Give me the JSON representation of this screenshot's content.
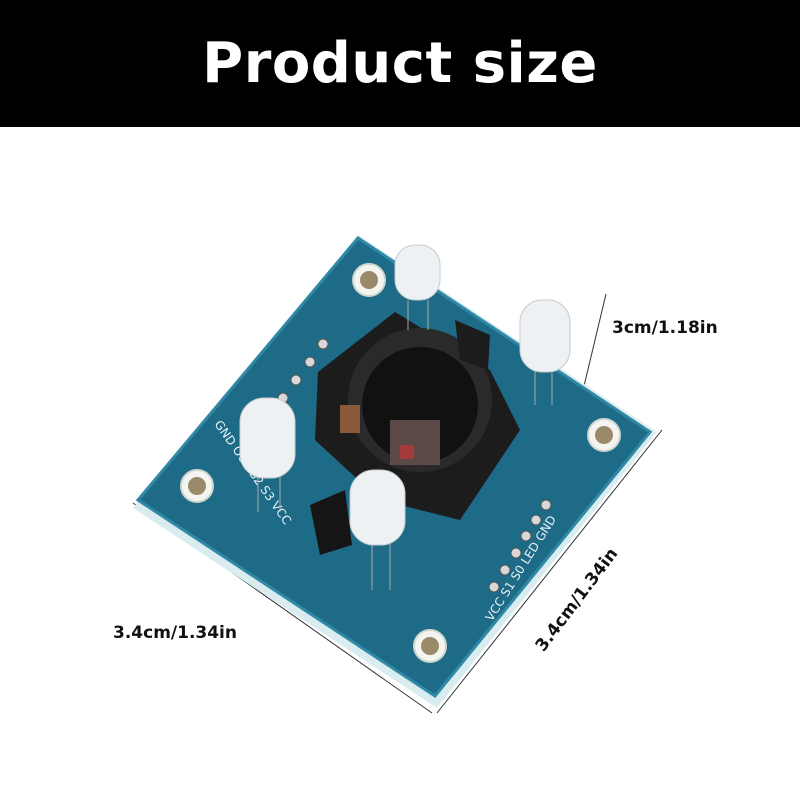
{
  "header": {
    "title": "Product size"
  },
  "dimensions": {
    "height_label": "3cm/1.18in",
    "width_label": "3.4cm/1.34in",
    "depth_label": "3.4cm/1.34in"
  },
  "board": {
    "pins_left_label": "GND OUT S2 S3 VCC",
    "pins_right_label": "VCC S1 S0 LED GND"
  },
  "colors": {
    "banner": "#000000",
    "pcb": "#1d6b86",
    "text": "#111111"
  }
}
